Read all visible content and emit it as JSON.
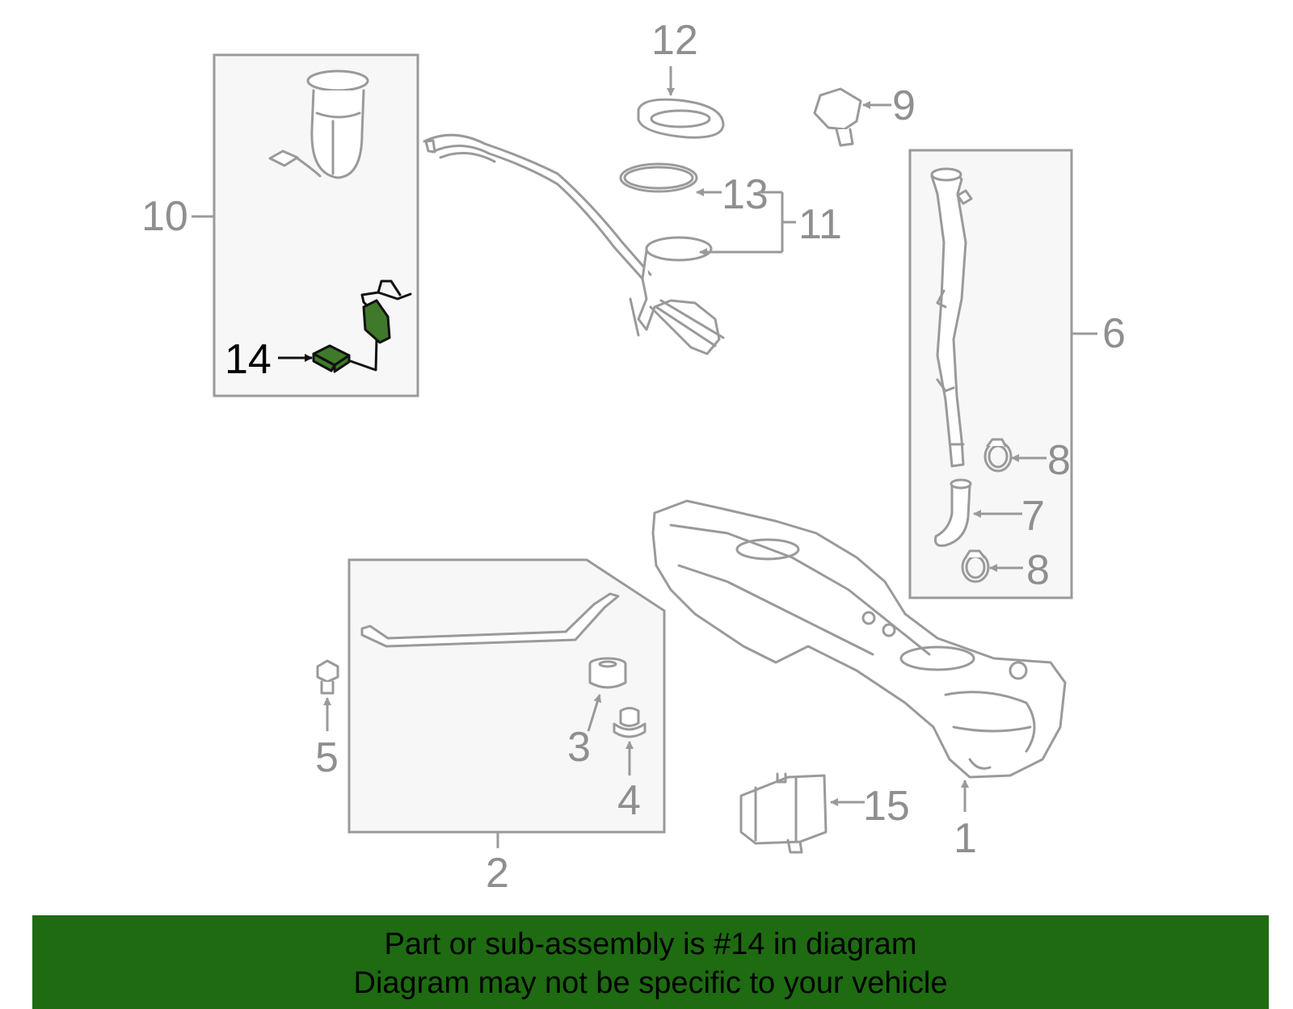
{
  "callouts": {
    "c1": "1",
    "c2": "2",
    "c3": "3",
    "c4": "4",
    "c5": "5",
    "c6": "6",
    "c7": "7",
    "c8a": "8",
    "c8b": "8",
    "c9": "9",
    "c10": "10",
    "c11": "11",
    "c12": "12",
    "c13": "13",
    "c14": "14",
    "c15": "15"
  },
  "highlight_part": "14",
  "colors": {
    "highlight": "#3f7a2a",
    "banner": "#1e6b12",
    "line": "#9a9a9a"
  },
  "banner": {
    "line1": "Part or sub-assembly is #14 in diagram",
    "line2": "Diagram may not be specific to your vehicle"
  }
}
